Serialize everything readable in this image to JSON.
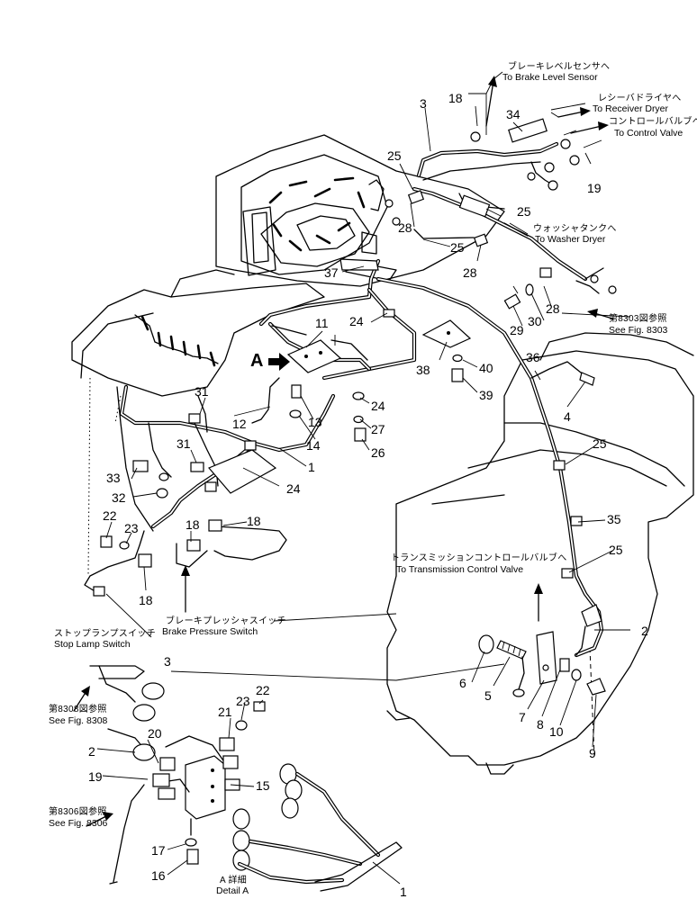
{
  "callouts": {
    "brake_level": {
      "jp": "ブレーキレベルセンサへ",
      "en": "To Brake Level Sensor"
    },
    "receiver": {
      "jp": "レシーバドライヤへ",
      "en": "To Receiver Dryer"
    },
    "control_valve": {
      "jp": "コントロールバルブへ",
      "en": "To Control Valve"
    },
    "washer": {
      "jp": "ウォッシャタンクへ",
      "en": "To Washer Dryer"
    },
    "fig8303": {
      "jp": "第8303図参照",
      "en": "See Fig. 8303"
    },
    "transmission": {
      "jp": "トランスミッションコントロールバルブへ",
      "en": "To Transmission Control Valve"
    },
    "brake_pressure": {
      "jp": "ブレーキプレッシャスイッチ",
      "en": "Brake Pressure Switch"
    },
    "stop_lamp": {
      "jp": "ストップランプスイッチ",
      "en": "Stop Lamp Switch"
    },
    "fig8308": {
      "jp": "第8308図参照",
      "en": "See Fig. 8308"
    },
    "fig8306": {
      "jp": "第8306図参照",
      "en": "See Fig. 8306"
    },
    "detail": {
      "jp": "A 詳細",
      "en": "Detail A"
    }
  },
  "view_marker": "A",
  "parts": {
    "n1": "1",
    "n2": "2",
    "n3": "3",
    "n4": "4",
    "n5": "5",
    "n6": "6",
    "n7": "7",
    "n8": "8",
    "n9": "9",
    "n10": "10",
    "n11": "11",
    "n12": "12",
    "n13": "13",
    "n14": "14",
    "n15": "15",
    "n16": "16",
    "n17": "17",
    "n18": "18",
    "n19": "19",
    "n20": "20",
    "n21": "21",
    "n22": "22",
    "n23": "23",
    "n24": "24",
    "n25": "25",
    "n26": "26",
    "n27": "27",
    "n28": "28",
    "n29": "29",
    "n30": "30",
    "n31": "31",
    "n32": "32",
    "n33": "33",
    "n34": "34",
    "n35": "35",
    "n36": "36",
    "n37": "37",
    "n38": "38",
    "n39": "39",
    "n40": "40"
  }
}
